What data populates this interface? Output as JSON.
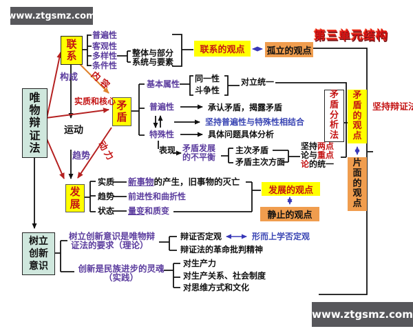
{
  "watermarks": {
    "top_left": "www.ztgsmz.com",
    "bottom_right": "www.ztgsmz.com"
  },
  "title": "第三单元结构",
  "colors": {
    "node_yellow": "#ffff00",
    "node_orange": "#f09d4e",
    "node_cyan": "#cfe7dd",
    "text_purple": "#5b3c9e",
    "text_blue": "#3b46b4",
    "text_red": "#c41414",
    "line_red": "#b52020",
    "line_orange": "#e08430",
    "arrow_blue": "#3838b8",
    "watermark_bg": "#57575b"
  },
  "nodes": {
    "weiwu": "唯物辩证法",
    "lianxi": "联系",
    "maodun": "矛盾",
    "fazhan": "发展",
    "chuangxin": "树立创新意识",
    "lianxi_view": "联系的观点",
    "guli_view": "孤立的观点",
    "fazhan_view": "发展的观点",
    "jingzhi_view": "静止的观点",
    "maodun_fenxifa": "矛盾分析法",
    "maodun_view": "矛盾的观点",
    "pianmian_view": "片面的观点",
    "slogan": "坚持辩证法，反对形而上学"
  },
  "edge_labels": {
    "goucheng": "构成",
    "neirong": "内容",
    "shizhi_hexin": "实质和核心",
    "yundong": "运动",
    "qushi": "趋势",
    "dongli": "动力"
  },
  "lianxi_items": [
    "普遍性",
    "客观性",
    "多样性",
    "条件性"
  ],
  "lianxi_sub": [
    "整体与部分",
    "系统与要素"
  ],
  "maodun_section": {
    "jiben": "基本属性",
    "tongyi": "同一性",
    "douzheng": "斗争性",
    "duili": "对立统一",
    "pubian": "普遍性",
    "chengren": "承认矛盾，揭露矛盾",
    "jianchi_pu": "坚持普遍性与特殊性相结合",
    "teshu": "特殊性",
    "juti": "具体问题具体分析",
    "biaoxian": "表现",
    "bupingheng_l1": "矛盾发展",
    "bupingheng_l2": "的不平衡",
    "zhuci": "主次矛盾",
    "zhucifangmian": "矛盾主次方面",
    "liangdian": {
      "seg1a": "坚持",
      "seg1b": "两点",
      "seg2a": "论与",
      "seg2b": "重点",
      "seg3a": "论",
      "seg3b": "的统一"
    }
  },
  "fazhan_section": {
    "shizhi": "实质",
    "xinshiwu_hl": "新事物",
    "xinshiwu_rest": "的产生，旧事物的灭亡",
    "qushi": "趋势",
    "qianjin": "前进性和曲折性",
    "zhuangtai": "状态",
    "liangbian_hl": "量变",
    "liangbian_rest": "和质变"
  },
  "chuangxin_section": {
    "lilun_l1": "树立创新意识是唯物辩",
    "lilun_l2": "证法的要求（理论）",
    "shijian_l1": "创新是民族进步的灵魂",
    "shijian_l2": "（实践）",
    "fouding": "辩证否定观",
    "xingershang": "形而上学否定观",
    "geming": "辩证法的革命批判精神",
    "items": [
      "对生产力",
      "对生产关系、社会制度",
      "对思维方式和文化"
    ]
  }
}
